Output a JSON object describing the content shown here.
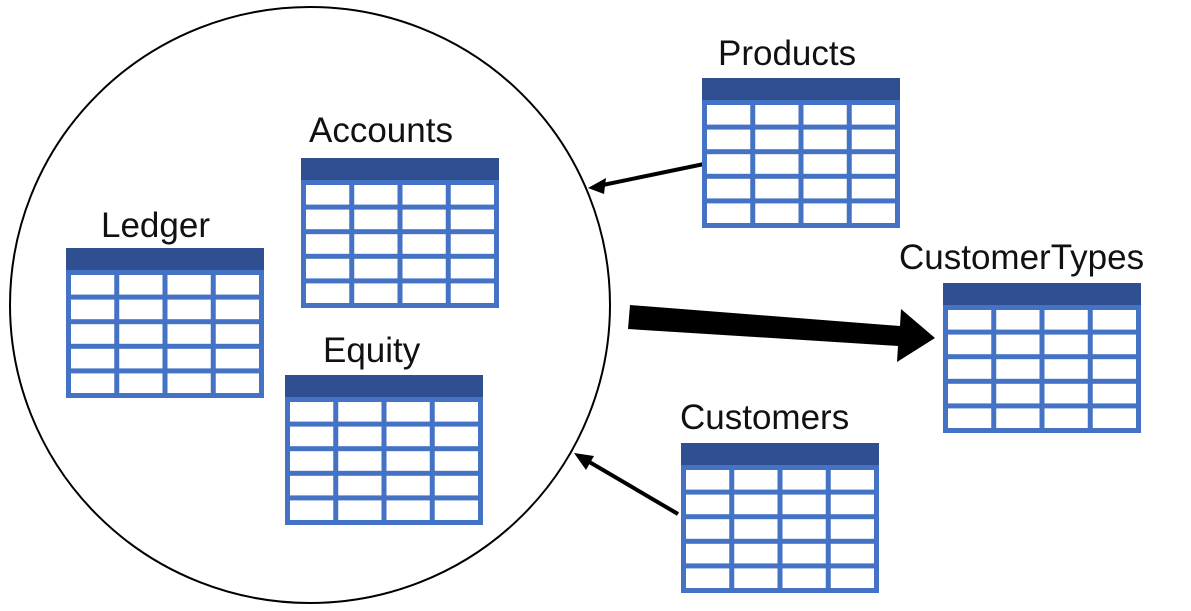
{
  "colors": {
    "table_header": "#2F4F91",
    "table_grid": "#4472C4",
    "table_cell": "#FFFFFF",
    "circle_stroke": "#000000",
    "arrow": "#000000"
  },
  "tables": {
    "products": "Products",
    "accounts": "Accounts",
    "ledger": "Ledger",
    "equity": "Equity",
    "customer_types": "CustomerTypes",
    "customers": "Customers"
  },
  "arrows": {
    "products_to_circle": "arrow-left-icon",
    "circle_to_customer_types": "arrow-right-icon",
    "customers_to_circle": "arrow-up-left-icon"
  }
}
